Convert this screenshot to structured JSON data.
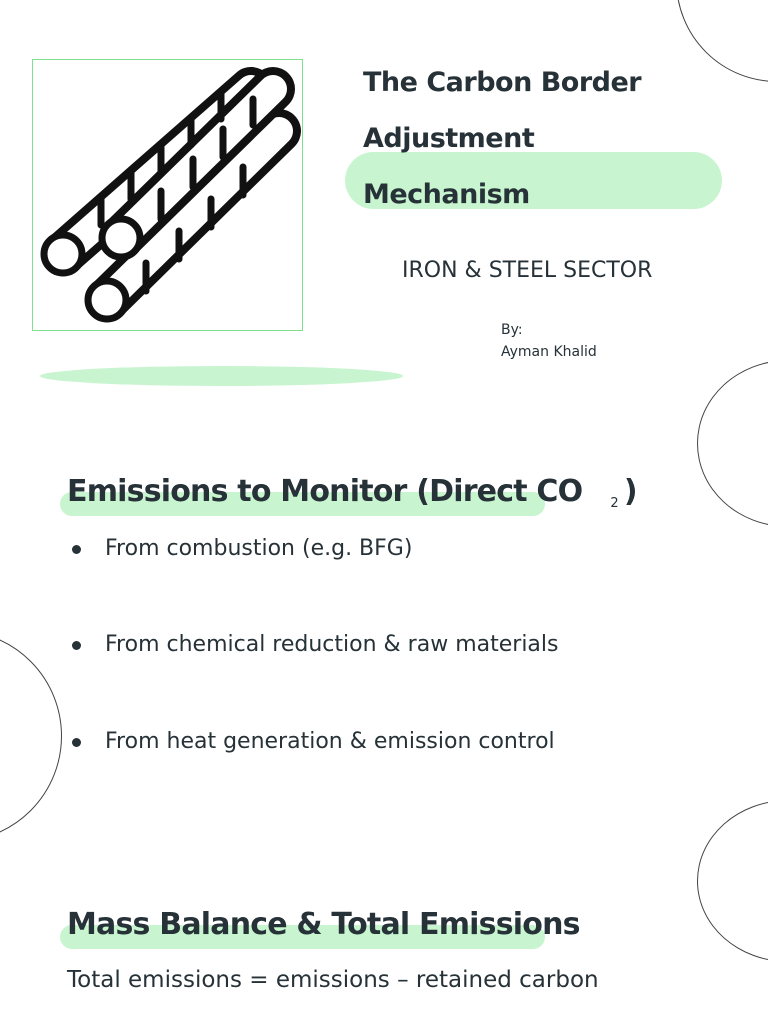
{
  "title_lines": [
    "The Carbon Border",
    "Adjustment",
    "Mechanism"
  ],
  "subtitle": "IRON & STEEL SECTOR",
  "by_label": "By:",
  "author": "Ayman Khalid",
  "section1": {
    "heading": "Emissions to Monitor (Direct CO",
    "subscript": "2",
    "closing": ")",
    "bullets": [
      "From combustion (e.g. BFG)",
      "From chemical reduction & raw materials",
      "From heat generation & emission control"
    ]
  },
  "section2": {
    "heading": "Mass Balance & Total Emissions",
    "formula": "Total emissions = emissions – retained carbon"
  },
  "colors": {
    "accent": "#c8f5cf",
    "text": "#263238",
    "frame": "#7ee08f"
  }
}
